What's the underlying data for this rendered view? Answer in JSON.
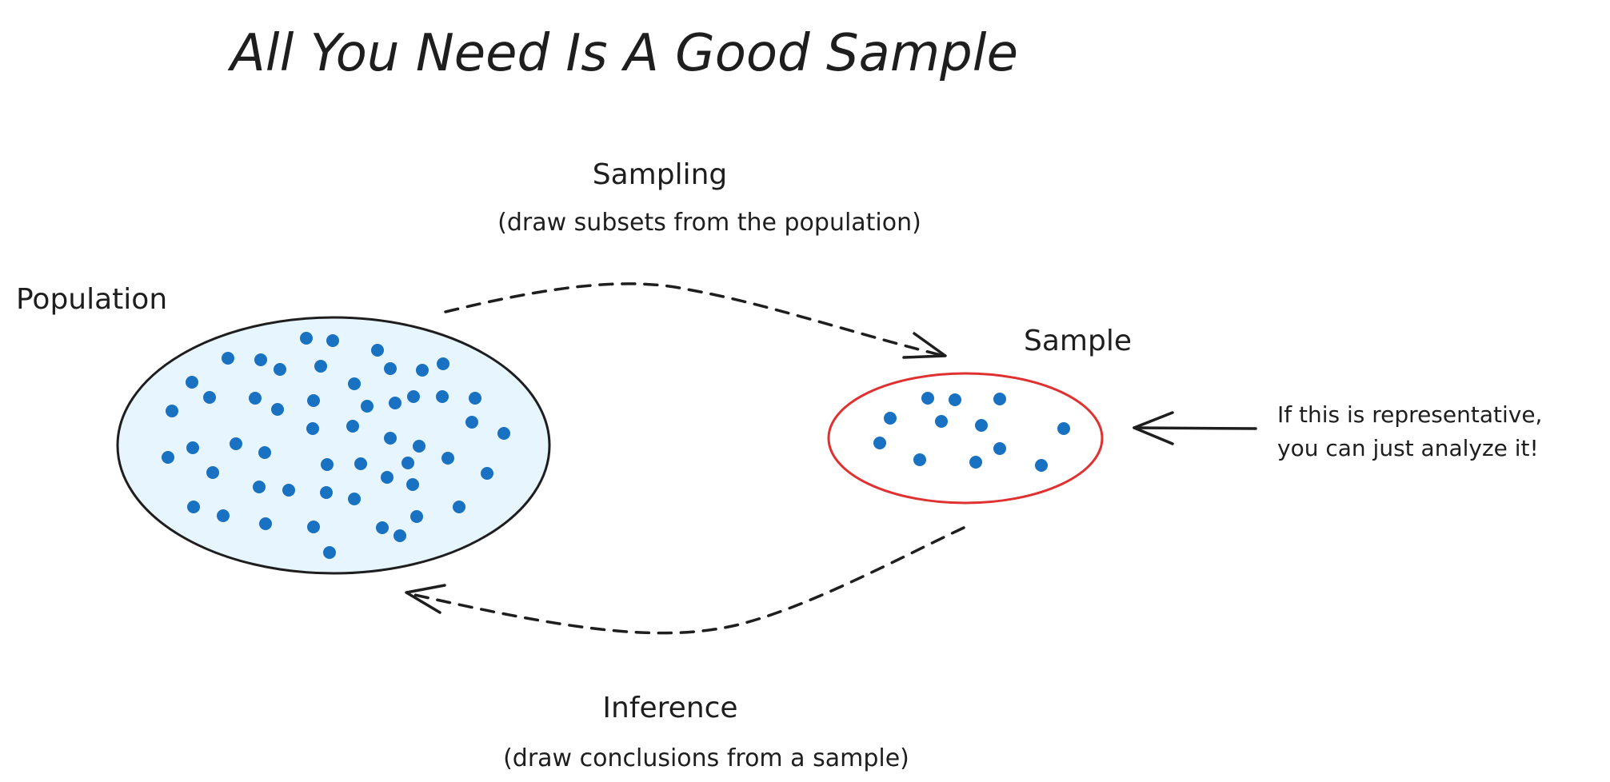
{
  "title": "All You Need Is A Good Sample",
  "sampling": {
    "label": "Sampling",
    "sublabel": "(draw subsets from the population)"
  },
  "inference": {
    "label": "Inference",
    "sublabel": "(draw conclusions from a sample)"
  },
  "population": {
    "label": "Population"
  },
  "sample": {
    "label": "Sample"
  },
  "note": {
    "line1": "If this is representative,",
    "line2": "you can just analyze it!"
  },
  "colors": {
    "dot": "#1971c2",
    "population_fill": "#e7f5ff",
    "population_stroke": "#1e1e1e",
    "sample_stroke": "#e03131",
    "ink": "#1e1e1e"
  }
}
